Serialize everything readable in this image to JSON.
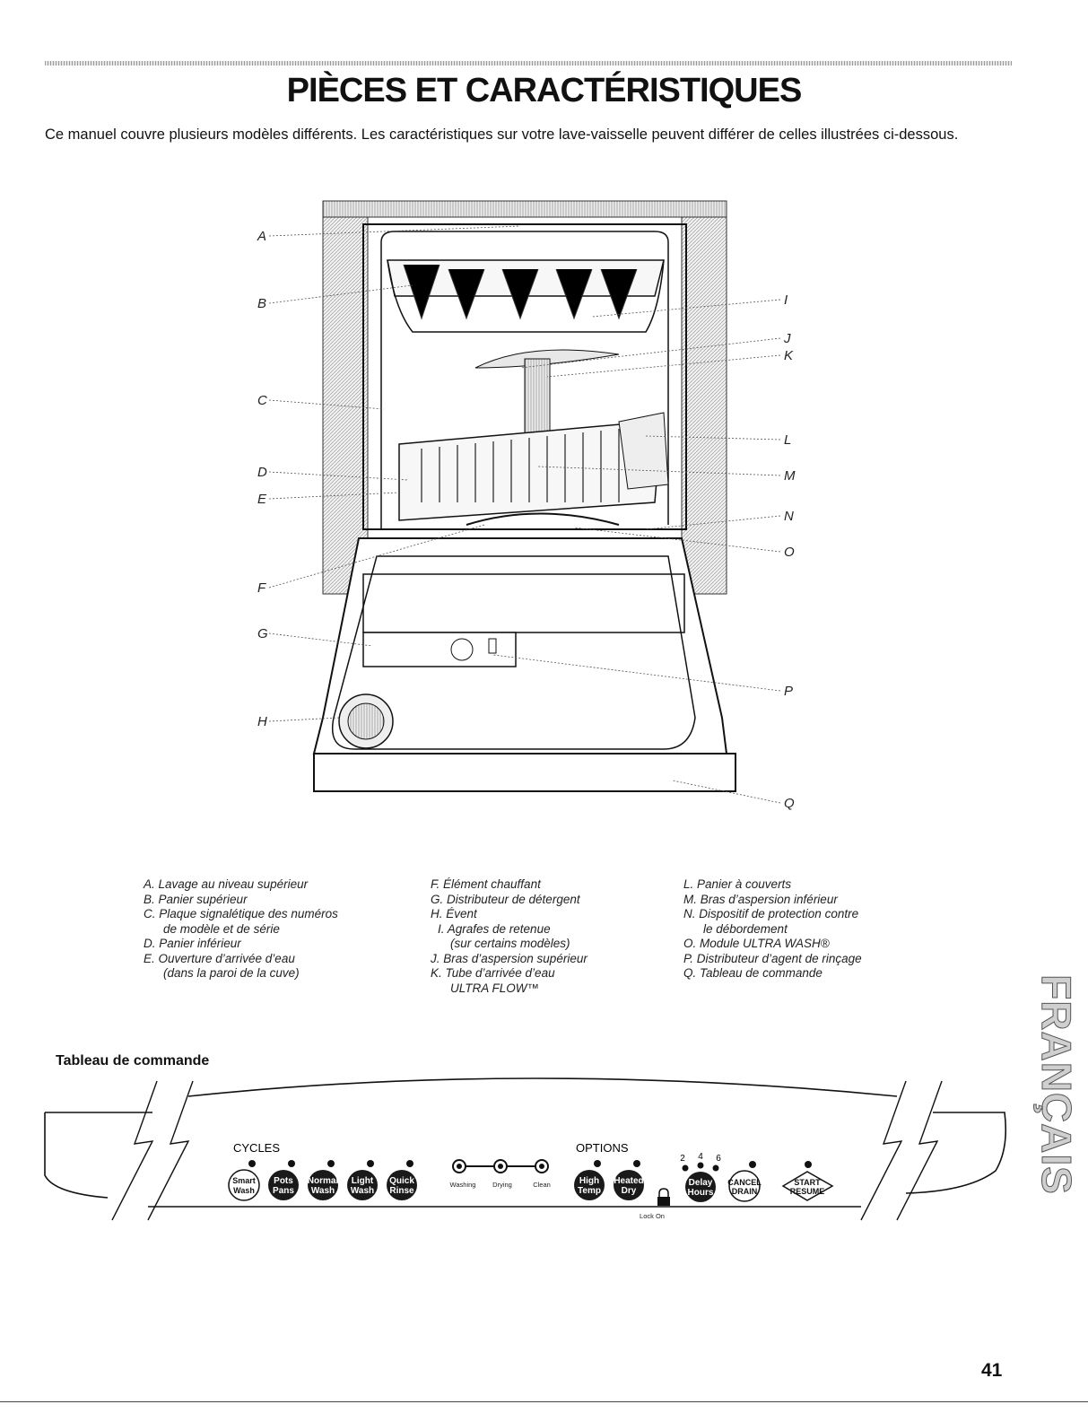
{
  "page": {
    "title": "PIÈCES ET CARACTÉRISTIQUES",
    "intro": "Ce manuel couvre plusieurs modèles différents. Les caractéristiques sur votre lave-vaisselle peuvent différer de celles illustrées ci-dessous.",
    "page_number": "41",
    "side_tab": "FRANÇAIS"
  },
  "diagram": {
    "callouts": [
      "A",
      "B",
      "C",
      "D",
      "E",
      "F",
      "G",
      "H",
      "I",
      "J",
      "K",
      "L",
      "M",
      "N",
      "O",
      "P",
      "Q"
    ]
  },
  "legend": {
    "col1": [
      {
        "line": "A. Lavage au niveau supérieur"
      },
      {
        "line": "B. Panier supérieur"
      },
      {
        "line": "C. Plaque signalétique des numéros",
        "cont": "de modèle et de série"
      },
      {
        "line": "D. Panier inférieur"
      },
      {
        "line": "E. Ouverture d’arrivée d’eau",
        "cont": "(dans la paroi de la cuve)"
      }
    ],
    "col2": [
      {
        "line": "F. Élément chauffant"
      },
      {
        "line": "G. Distributeur de détergent"
      },
      {
        "line": "H. Évent"
      },
      {
        "line": "I. Agrafes de retenue",
        "cont": "(sur certains modèles)"
      },
      {
        "line": "J. Bras d’aspersion supérieur"
      },
      {
        "line": "K. Tube d’arrivée d’eau",
        "cont": "ULTRA FLOW™"
      }
    ],
    "col3": [
      {
        "line": "L. Panier à couverts"
      },
      {
        "line": "M. Bras d’aspersion inférieur"
      },
      {
        "line": "N. Dispositif de protection contre",
        "cont": "le débordement"
      },
      {
        "line": "O. Module ULTRA WASH®"
      },
      {
        "line": "P. Distributeur d’agent de rinçage"
      },
      {
        "line": "Q. Tableau de commande"
      }
    ]
  },
  "control_panel": {
    "heading": "Tableau de commande",
    "cycles_label": "CYCLES",
    "options_label": "OPTIONS",
    "cycle_buttons": [
      {
        "line1": "Smart",
        "line2": "Wash"
      },
      {
        "line1": "Pots",
        "line2": "Pans"
      },
      {
        "line1": "Normal",
        "line2": "Wash"
      },
      {
        "line1": "Light",
        "line2": "Wash"
      },
      {
        "line1": "Quick",
        "line2": "Rinse"
      }
    ],
    "status_lights": [
      "Washing",
      "Drying",
      "Clean"
    ],
    "option_buttons": [
      {
        "line1": "High",
        "line2": "Temp"
      },
      {
        "line1": "Heated",
        "line2": "Dry"
      }
    ],
    "lock_label": "Lock On",
    "delay_numbers": [
      "2",
      "4",
      "6"
    ],
    "delay_button": {
      "line1": "Delay",
      "line2": "Hours"
    },
    "cancel_button": {
      "line1": "CANCEL",
      "line2": "DRAIN"
    },
    "start_button": {
      "line1": "START",
      "line2": "RESUME"
    }
  },
  "colors": {
    "ink": "#111111",
    "panel_button": "#1a1a1a"
  }
}
